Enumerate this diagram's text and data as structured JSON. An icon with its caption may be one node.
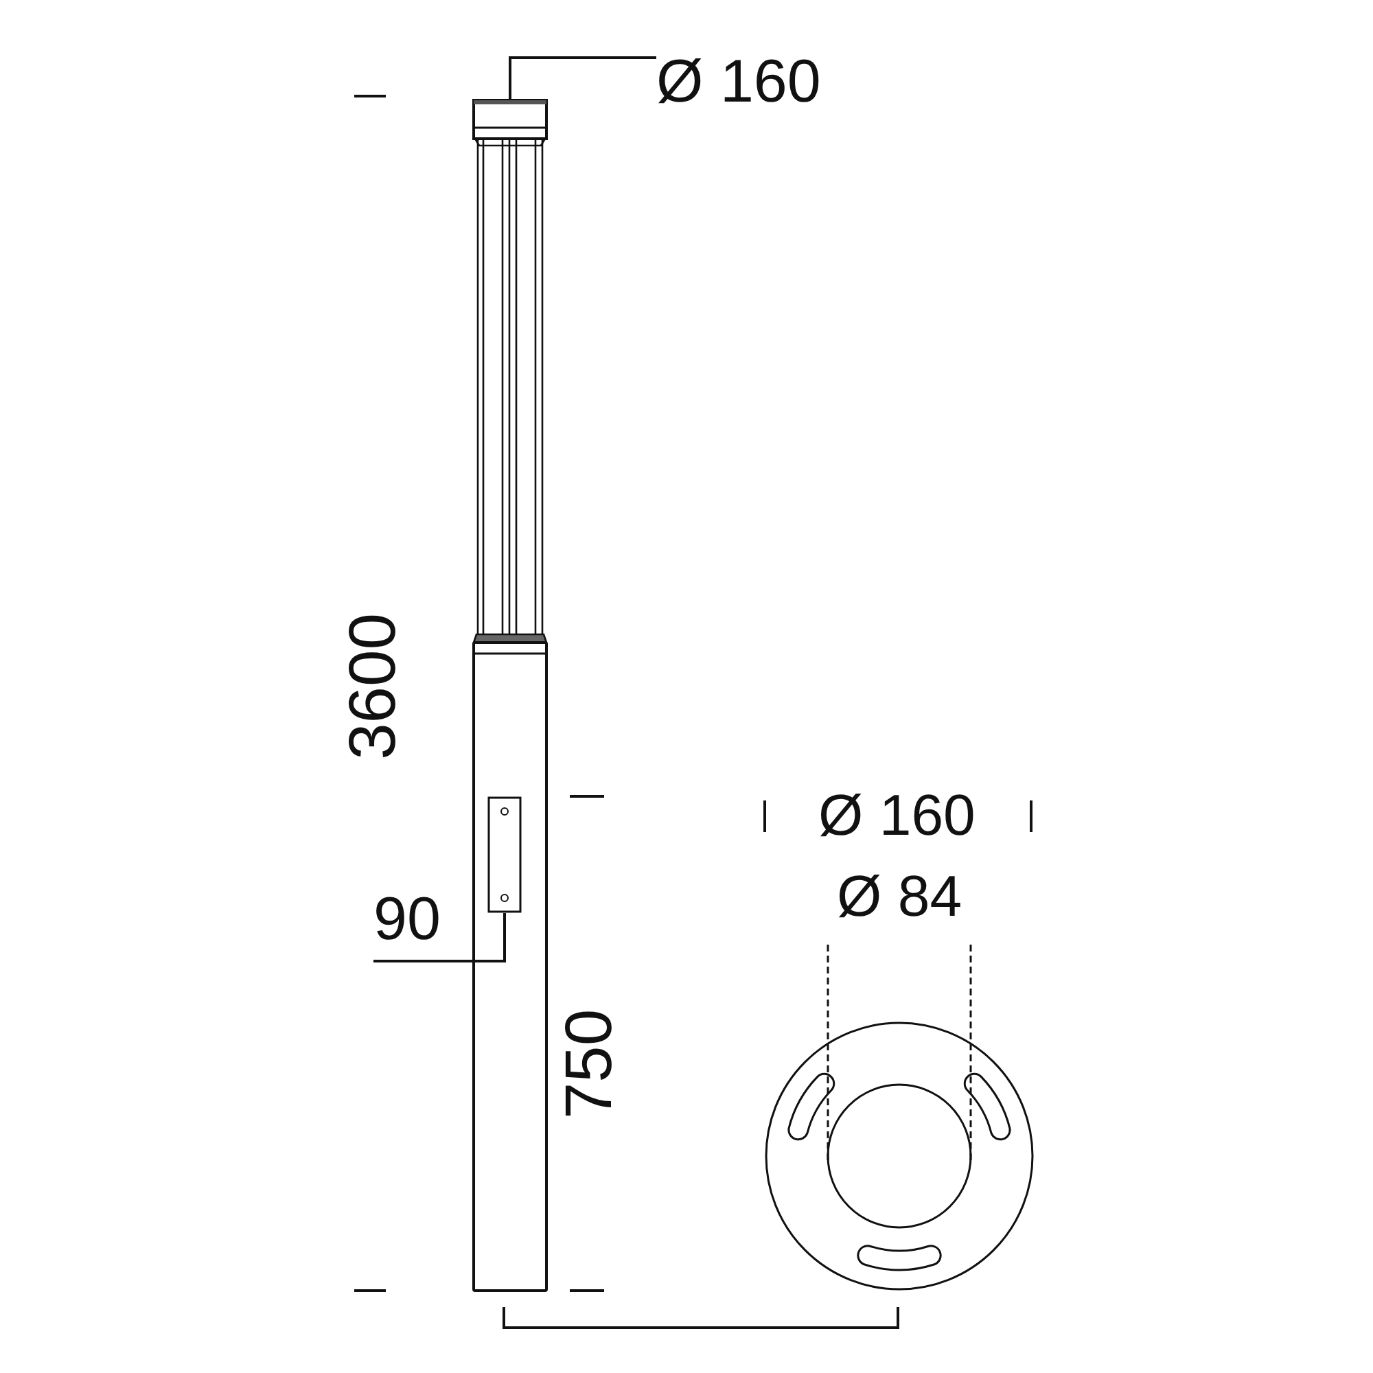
{
  "diagram": {
    "nodes": [
      {
        "text": [
          "Ø 160"
        ]
      },
      {
        "text": [],
        "shape": "picture"
      },
      {
        "text": [
          "90"
        ]
      },
      {
        "text": [],
        "shape": "box",
        "in": 1
      }
    ],
    "edges": [
      {
        "from": 0,
        "to": 1,
        "arrow": "none"
      },
      {
        "from": 2,
        "to": 3,
        "arrow": "none"
      }
    ],
    "labels": [
      "3600",
      "750",
      "Ø 160",
      "Ø 84"
    ]
  }
}
